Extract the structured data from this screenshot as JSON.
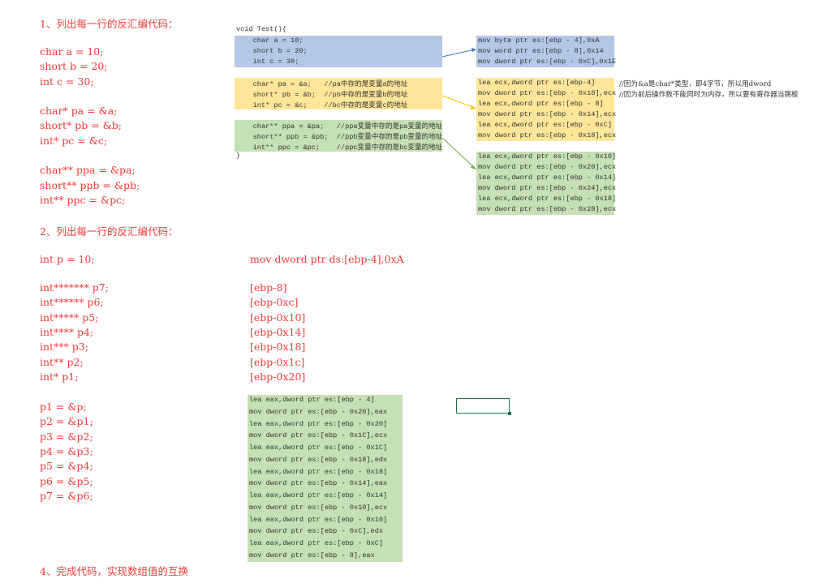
{
  "section1": {
    "heading": "1、列出每一行的反汇编代码：",
    "lines": [
      "char a = 10;",
      "short b = 20;",
      "int c = 30;",
      "char* pa = &a;",
      "short* pb = &b;",
      "int* pc = &c;",
      "char** ppa = &pa;",
      "short** ppb = &pb;",
      "int** ppc = &pc;"
    ]
  },
  "test_code": {
    "open": "void Test(){",
    "close": "}",
    "blue": [
      "    char a = 10;",
      "    short b = 20;",
      "    int c = 30;"
    ],
    "yellow": [
      "    char* pa = &a;   //pa中存的是变量a的地址",
      "    short* pb = &b;  //pb中存的是变量b的地址",
      "    int* pc = &c;    //bc中存的是变量c的地址"
    ],
    "green": [
      "    char** ppa = &pa;   //ppa变量中存的是pa变量的地址",
      "    short** ppb = &pb;  //ppb变量中存的是pb变量的地址",
      "    int** ppc = &pc;    //ppc变量中存的是bc变量的地址"
    ]
  },
  "asm1": {
    "blue": [
      "mov byte ptr es:[ebp - 4],0xA",
      "mov word ptr es:[ebp - 8],0x14",
      "mov dword ptr es:[ebp - 0xC],0x1E"
    ],
    "yellow": [
      "lea ecx,dword ptr es:[ebp-4]",
      "mov dword ptr es:[ebp - 0x10],ecx",
      "lea ecx,dword ptr es:[ebp - 8]",
      "mov dword ptr es:[ebp - 0x14],ecx",
      "lea ecx,dword ptr es:[ebp - 0xC]",
      "mov dword ptr es:[ebp - 0x18],ecx"
    ],
    "green": [
      "lea ecx,dword ptr es:[ebp - 0x10]",
      "mov dword ptr es:[ebp - 0x20],ecx",
      "lea ecx,dword ptr es:[ebp - 0x14]",
      "mov dword ptr es:[ebp - 0x24],ecx",
      "lea ecx,dword ptr es:[ebp - 0x18]",
      "mov dword ptr es:[ebp - 0x28],ecx"
    ],
    "comments": [
      "//因为&a是char*类型，即4字节，所以用dword",
      "//因为前后操作数不能同时为内存，所以要有寄存器当跳板"
    ]
  },
  "section2": {
    "heading": "2、列出每一行的反汇编代码：",
    "decl": "int p = 10;",
    "decl_asm": "mov dword ptr ds:[ebp-4],0xA",
    "ptrs": [
      "int******* p7;",
      "int****** p6;",
      "int***** p5;",
      "int**** p4;",
      "int*** p3;",
      "int** p2;",
      "int* p1;"
    ],
    "addrs": [
      "[ebp-8]",
      "[ebp-0xc]",
      "[ebp-0x10]",
      "[ebp-0x14]",
      "[ebp-0x18]",
      "[ebp-0x1c]",
      "[ebp-0x20]"
    ],
    "assigns": [
      "p1 = &p;",
      "p2 = &p1;",
      "p3 = &p2;",
      "p4 = &p3;",
      "p5 = &p4;",
      "p6 = &p5;",
      "p7 = &p6;"
    ],
    "asm": [
      "lea eax,dword ptr es:[ebp - 4]",
      "mov dword ptr es:[ebp - 0x20],eax",
      "lea eax,dword ptr es:[ebp - 0x20]",
      "mov dword ptr es:[ebp - 0x1C],ecx",
      "lea eax,dword ptr es:[ebp - 0x1C]",
      "mov dword ptr es:[ebp - 0x18],edx",
      "lea eax,dword ptr es:[ebp - 0x18]",
      "mov dword ptr es:[ebp - 0x14],eax",
      "lea eax,dword ptr es:[ebp - 0x14]",
      "mov dword ptr es:[ebp - 0x10],ecx",
      "lea eax,dword ptr es:[ebp - 0x10]",
      "mov dword ptr es:[ebp - 0xC],edx",
      "lea eax,dword ptr es:[ebp - 0xC]",
      "mov dword ptr es:[ebp - 8],eax"
    ]
  },
  "section4": {
    "heading": "4、完成代码，实现数组值的互换"
  }
}
